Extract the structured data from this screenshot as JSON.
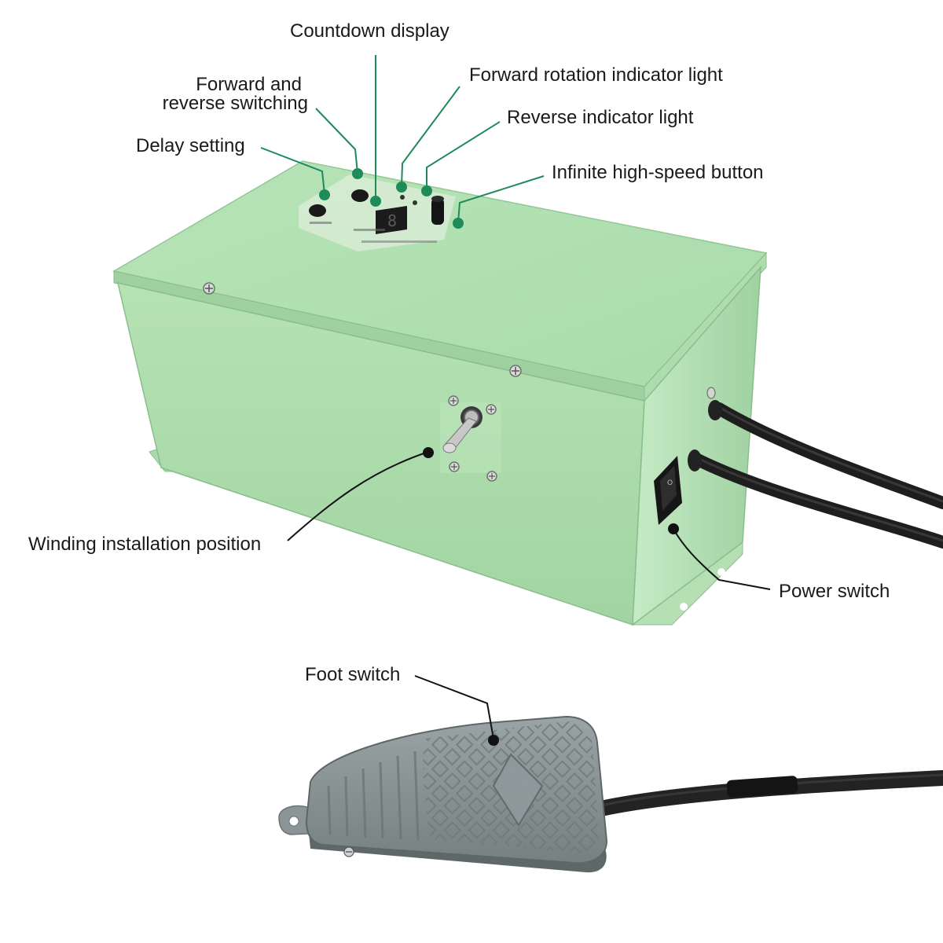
{
  "labels": {
    "countdown_display": "Countdown display",
    "forward_reverse_line1": "Forward and",
    "forward_reverse_line2": "reverse switching",
    "forward_rotation_light": "Forward rotation indicator light",
    "reverse_light": "Reverse indicator light",
    "delay_setting": "Delay setting",
    "infinite_high_speed": "Infinite high-speed button",
    "winding_installation": "Winding installation position",
    "power_switch": "Power switch",
    "foot_switch": "Foot switch"
  },
  "colors": {
    "box_green": "#b3e2b4",
    "box_green_dark": "#8fca92",
    "leader_green": "#1f8a5a",
    "leader_black": "#111111",
    "pedal_gray": "#8f9a9c",
    "cable_black": "#1e1e1e"
  }
}
